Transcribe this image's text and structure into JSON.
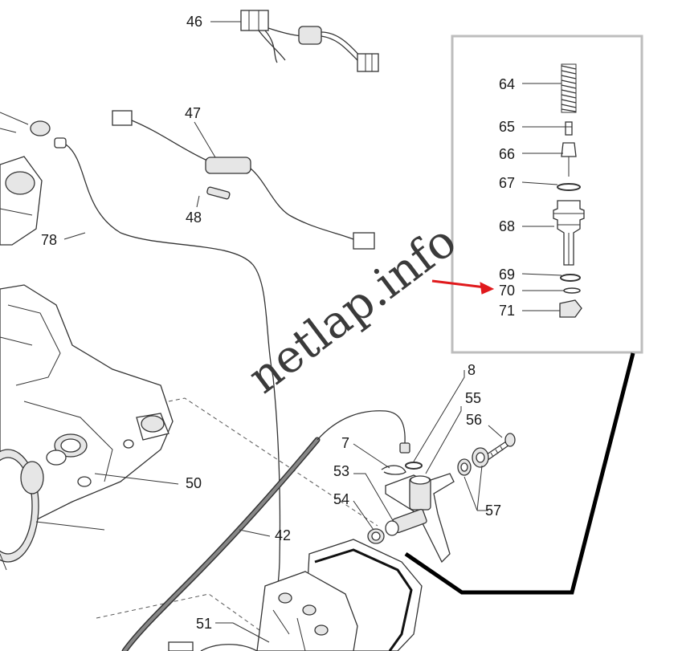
{
  "watermark": "netlap.info",
  "colors": {
    "arrow": "#e0191c",
    "inset_border": "#bdbdbd",
    "leader": "#000000",
    "line": "#333333"
  },
  "labels": {
    "46": "46",
    "47": "47",
    "48": "48",
    "78": "78",
    "64": "64",
    "65": "65",
    "66": "66",
    "67": "67",
    "68": "68",
    "69": "69",
    "70": "70",
    "71": "71",
    "8": "8",
    "55": "55",
    "56": "56",
    "7": "7",
    "53": "53",
    "54": "54",
    "57": "57",
    "50": "50",
    "42": "42",
    "51": "51"
  }
}
